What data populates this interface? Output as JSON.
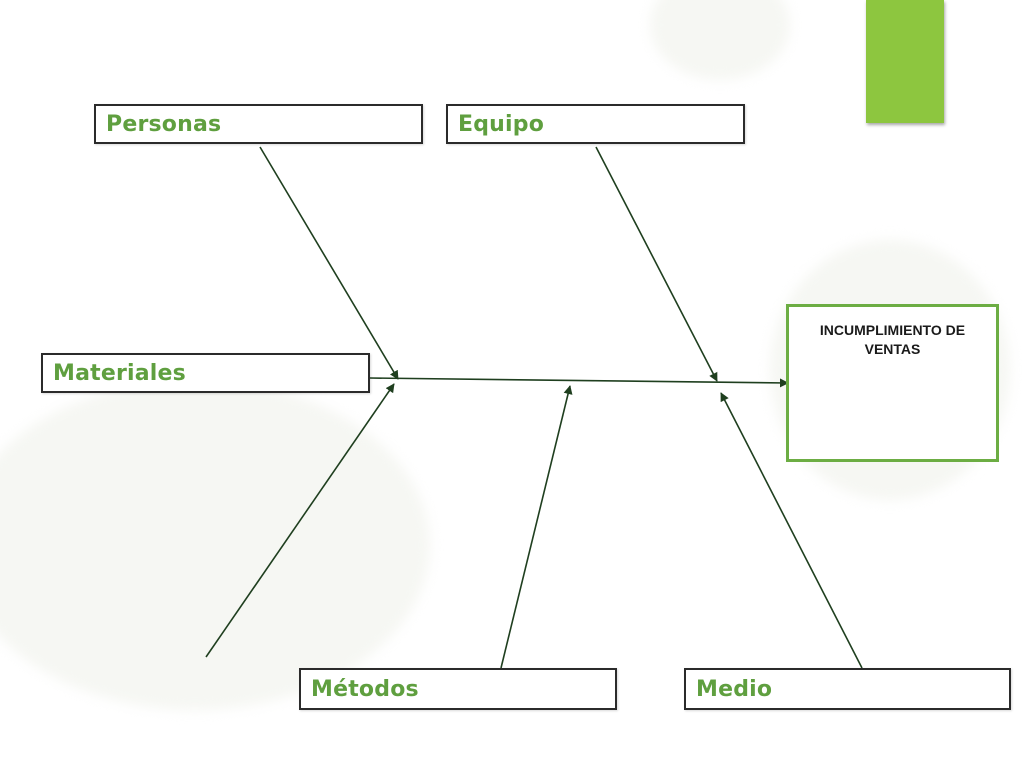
{
  "effect": {
    "label": "INCUMPLIMIENTO DE VENTAS"
  },
  "categories": {
    "personas": "Personas",
    "equipo": "Equipo",
    "materiales": "Materiales",
    "metodos": "Métodos",
    "medio": "Medio"
  },
  "colors": {
    "accent": "#8dc63f",
    "label_green": "#5f9f3f",
    "effect_border": "#6cad43",
    "arrow_line": "#1f3f1f"
  }
}
